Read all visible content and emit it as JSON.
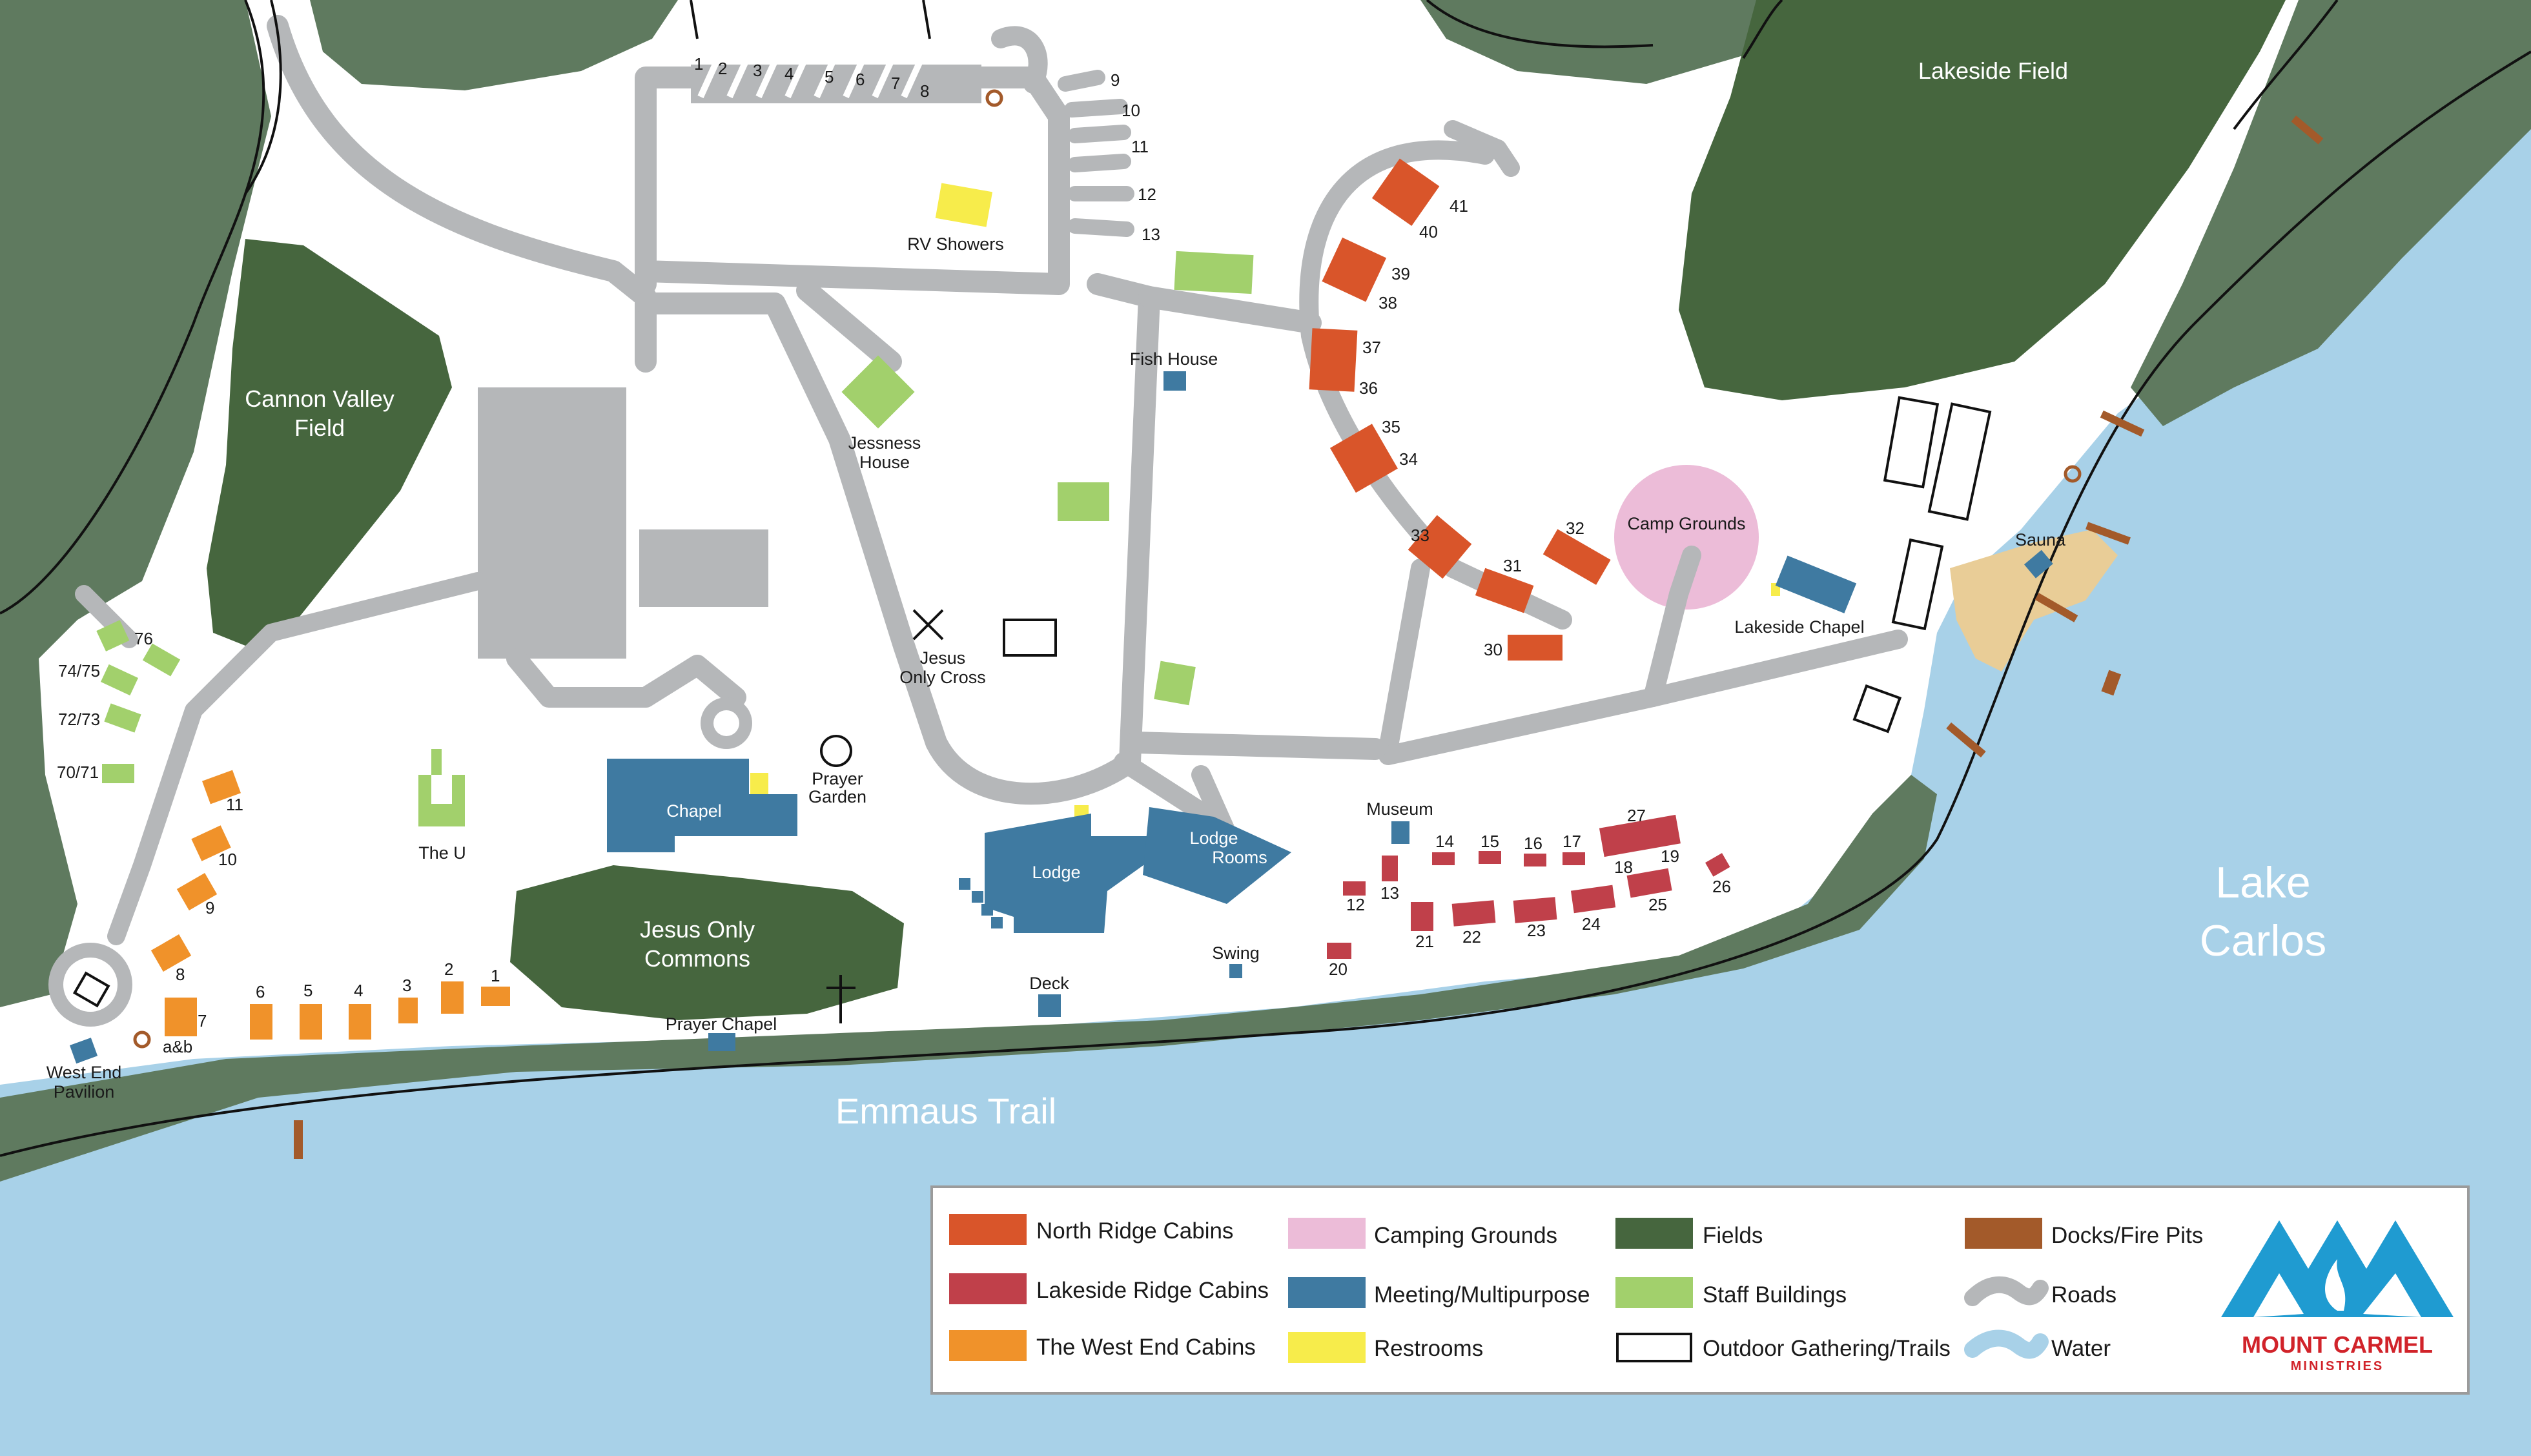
{
  "colors": {
    "water": "#a8d1e8",
    "land": "#ffffff",
    "forest": "#5f7a5f",
    "field": "#46663e",
    "road": "#b5b7b9",
    "north_ridge": "#d9552a",
    "lakeside_ridge": "#c0404a",
    "west_end": "#f0922a",
    "camping": "#ecbcd8",
    "meeting": "#3f7aa1",
    "restroom": "#f7ec4b",
    "staff": "#a2d06c",
    "dock": "#a35a2a",
    "beach": "#e9cd97",
    "brand": "#1f9bd1",
    "brand_red": "#d1232a"
  },
  "labels": {
    "lakeside_field": "Lakeside Field",
    "cannon_valley_1": "Cannon Valley",
    "cannon_valley_2": "Field",
    "rv_showers": "RV Showers",
    "fish_house": "Fish House",
    "jessness_1": "Jessness",
    "jessness_2": "House",
    "jesus_cross_1": "Jesus",
    "jesus_cross_2": "Only Cross",
    "camp_grounds": "Camp Grounds",
    "sauna": "Sauna",
    "lakeside_chapel": "Lakeside Chapel",
    "chapel": "Chapel",
    "prayer_garden_1": "Prayer",
    "prayer_garden_2": "Garden",
    "the_u": "The U",
    "jesus_commons_1": "Jesus Only",
    "jesus_commons_2": "Commons",
    "lodge": "Lodge",
    "lodge_rooms_1": "Lodge",
    "lodge_rooms_2": "Rooms",
    "museum": "Museum",
    "swing": "Swing",
    "deck": "Deck",
    "prayer_chapel": "Prayer Chapel",
    "west_end_pavilion_1": "West End",
    "west_end_pavilion_2": "Pavilion",
    "lake_carlos_1": "Lake",
    "lake_carlos_2": "Carlos",
    "emmaus_trail": "Emmaus Trail"
  },
  "parking_numbers": [
    "1",
    "2",
    "3",
    "4",
    "5",
    "6",
    "7",
    "8",
    "9",
    "10",
    "11",
    "12",
    "13"
  ],
  "north_ridge_numbers": [
    "41",
    "40",
    "39",
    "38",
    "37",
    "36",
    "35",
    "34",
    "33",
    "32",
    "31",
    "30"
  ],
  "lakeside_numbers": [
    "14",
    "15",
    "16",
    "17",
    "27",
    "18",
    "19",
    "12",
    "13",
    "21",
    "22",
    "23",
    "24",
    "25",
    "26",
    "20"
  ],
  "west_end_numbers": [
    "11",
    "10",
    "9",
    "8",
    "7",
    "a&b",
    "6",
    "5",
    "4",
    "3",
    "2",
    "1"
  ],
  "staff_numbers": [
    "76",
    "74/75",
    "72/73",
    "70/71"
  ],
  "legend": {
    "north_ridge": "North Ridge Cabins",
    "lakeside_ridge": "Lakeside Ridge Cabins",
    "west_end": "The West End Cabins",
    "camping": "Camping Grounds",
    "meeting": "Meeting/Multipurpose",
    "restrooms": "Restrooms",
    "fields": "Fields",
    "staff": "Staff Buildings",
    "outdoor": "Outdoor Gathering/Trails",
    "docks": "Docks/Fire Pits",
    "roads": "Roads",
    "water": "Water"
  },
  "brand": {
    "line1": "MOUNT CARMEL",
    "line2": "MINISTRIES"
  }
}
